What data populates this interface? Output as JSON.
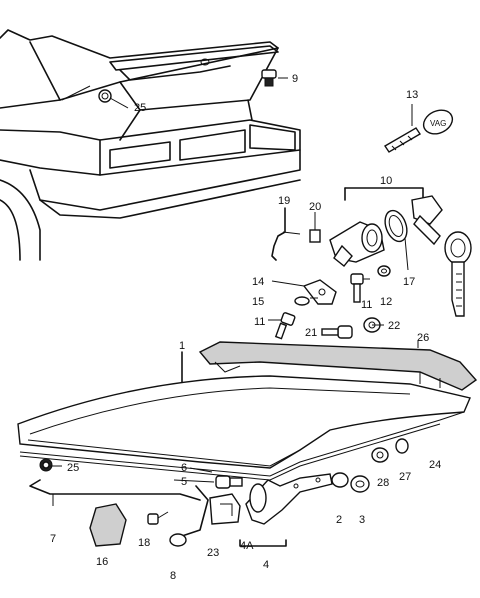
{
  "callouts": {
    "c1": "1",
    "c2": "2",
    "c3": "3",
    "c4": "4",
    "c4a": "4A",
    "c5": "5",
    "c6": "6",
    "c7": "7",
    "c8": "8",
    "c9": "9",
    "c10": "10",
    "c11a": "11",
    "c11b": "11",
    "c12": "12",
    "c13": "13",
    "c14": "14",
    "c15": "15",
    "c16": "16",
    "c17": "17",
    "c18": "18",
    "c19": "19",
    "c20": "20",
    "c21": "21",
    "c22": "22",
    "c23": "23",
    "c24": "24",
    "c25a": "25",
    "c25b": "25",
    "c26": "26",
    "c27": "27",
    "c28": "28"
  },
  "key_head_text": "VAG"
}
